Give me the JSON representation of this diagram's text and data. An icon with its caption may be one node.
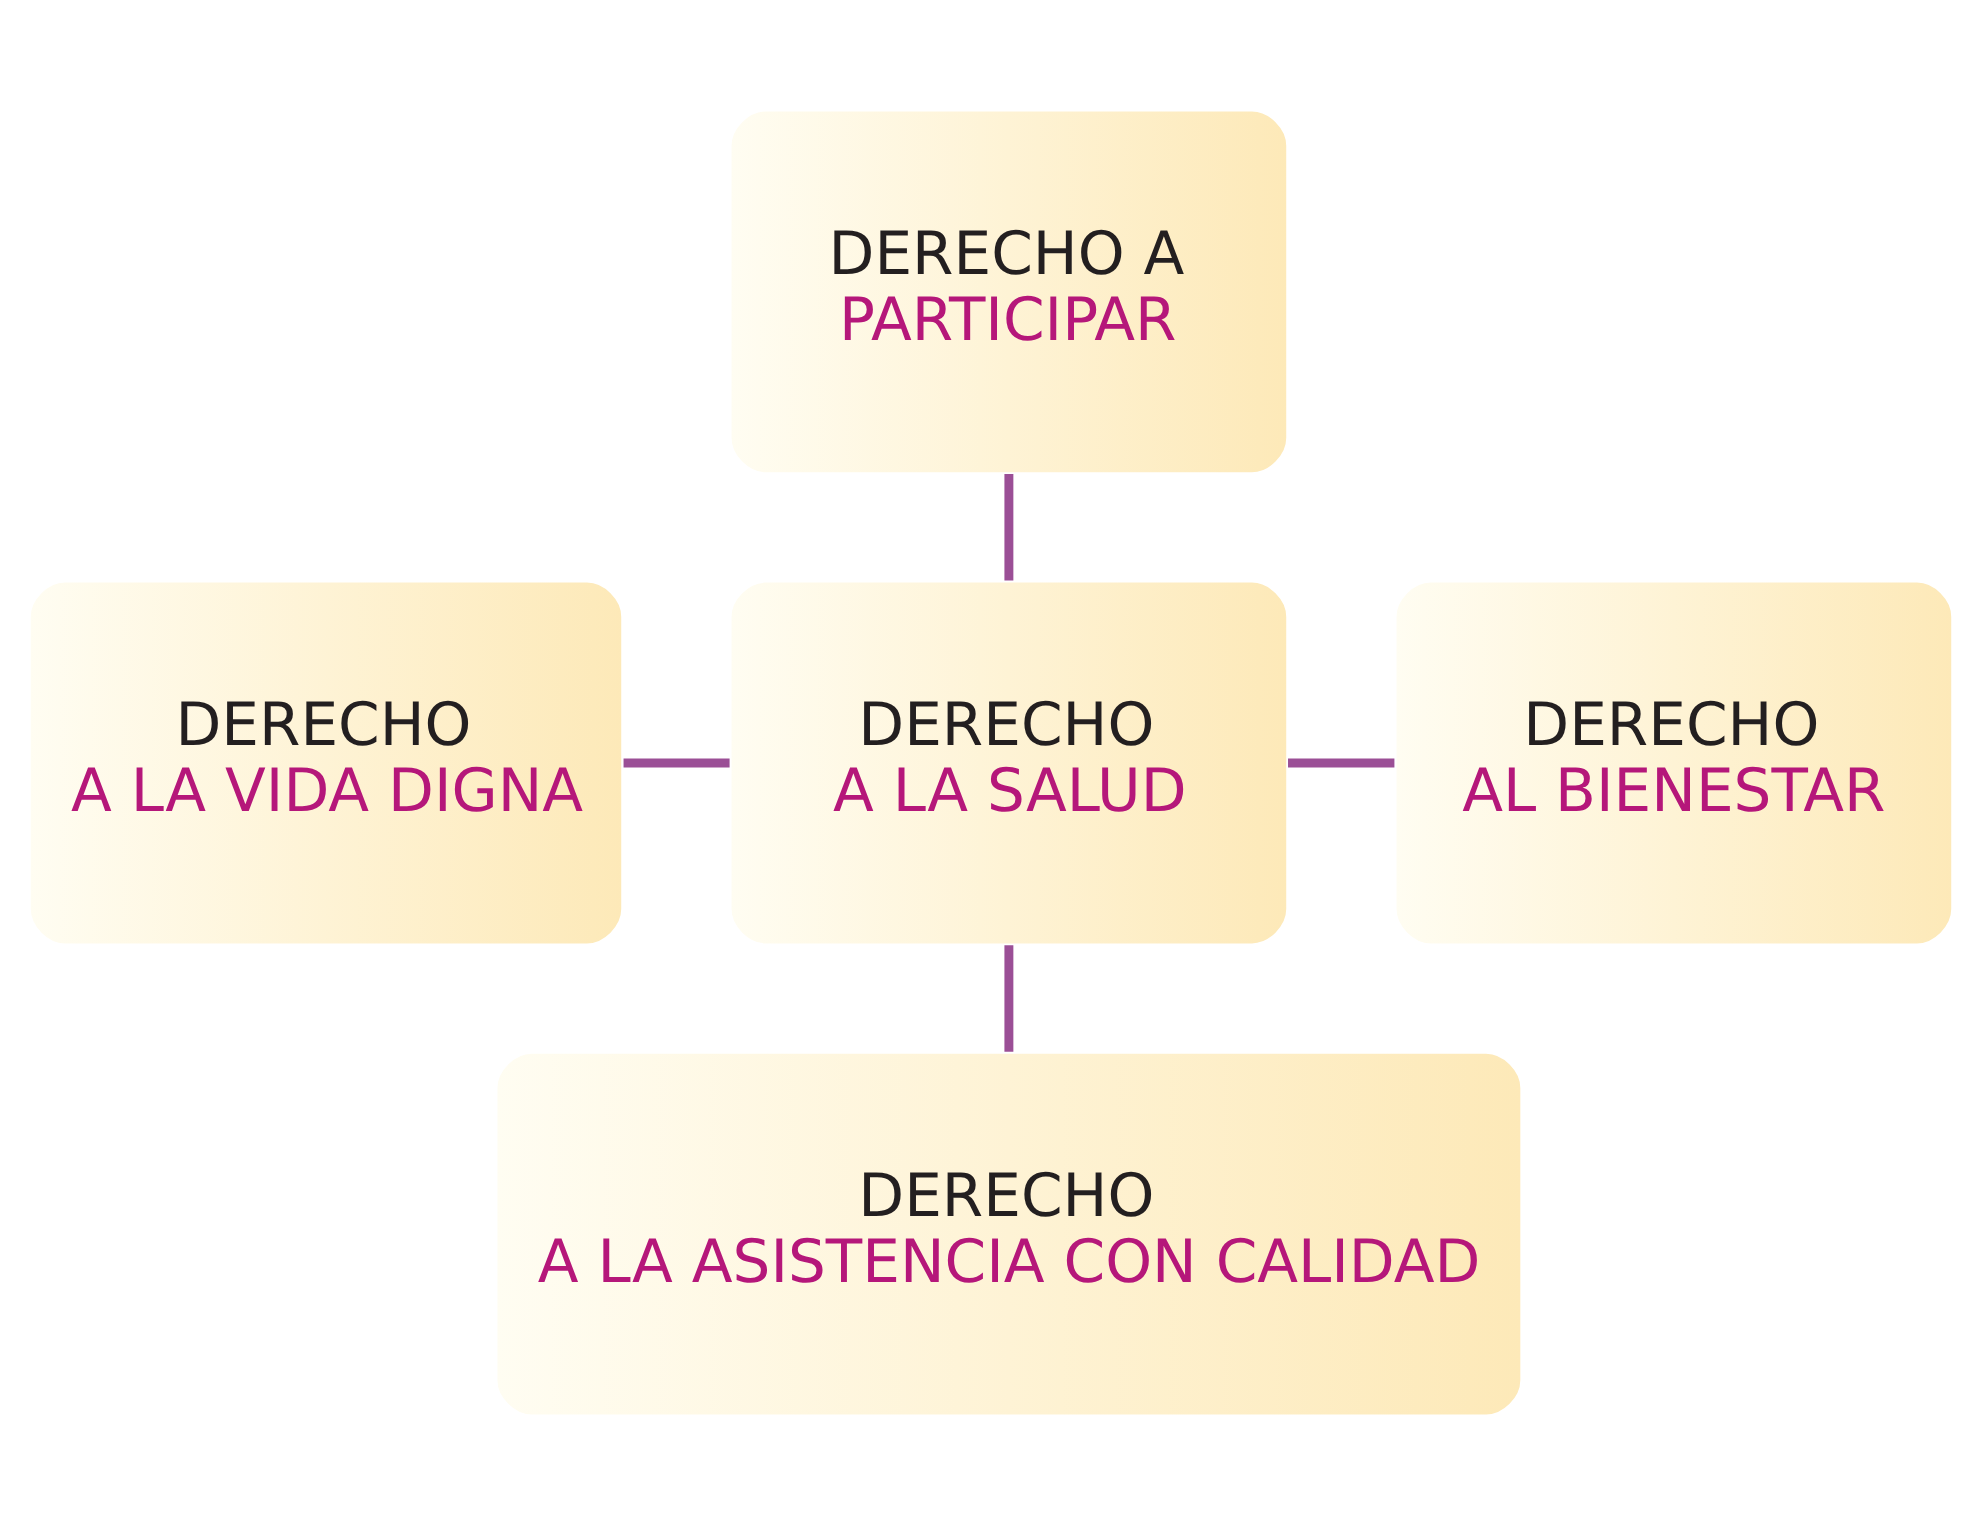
{
  "diagram": {
    "nodes": [
      {
        "text": [
          "DERECHO A",
          "PARTICIPAR"
        ]
      },
      {
        "text": [
          "DERECHO",
          "A LA VIDA DIGNA"
        ]
      },
      {
        "text": [
          "DERECHO",
          "A LA SALUD"
        ]
      },
      {
        "text": [
          "DERECHO",
          "AL BIENESTAR"
        ]
      },
      {
        "text": [
          "DERECHO",
          "A LA ASISTENCIA CON CALIDAD"
        ]
      }
    ],
    "edges": [
      {
        "from": 0,
        "to": 2,
        "arrow": "none"
      },
      {
        "from": 1,
        "to": 2,
        "arrow": "none"
      },
      {
        "from": 2,
        "to": 3,
        "arrow": "none"
      },
      {
        "from": 2,
        "to": 4,
        "arrow": "none"
      }
    ]
  }
}
